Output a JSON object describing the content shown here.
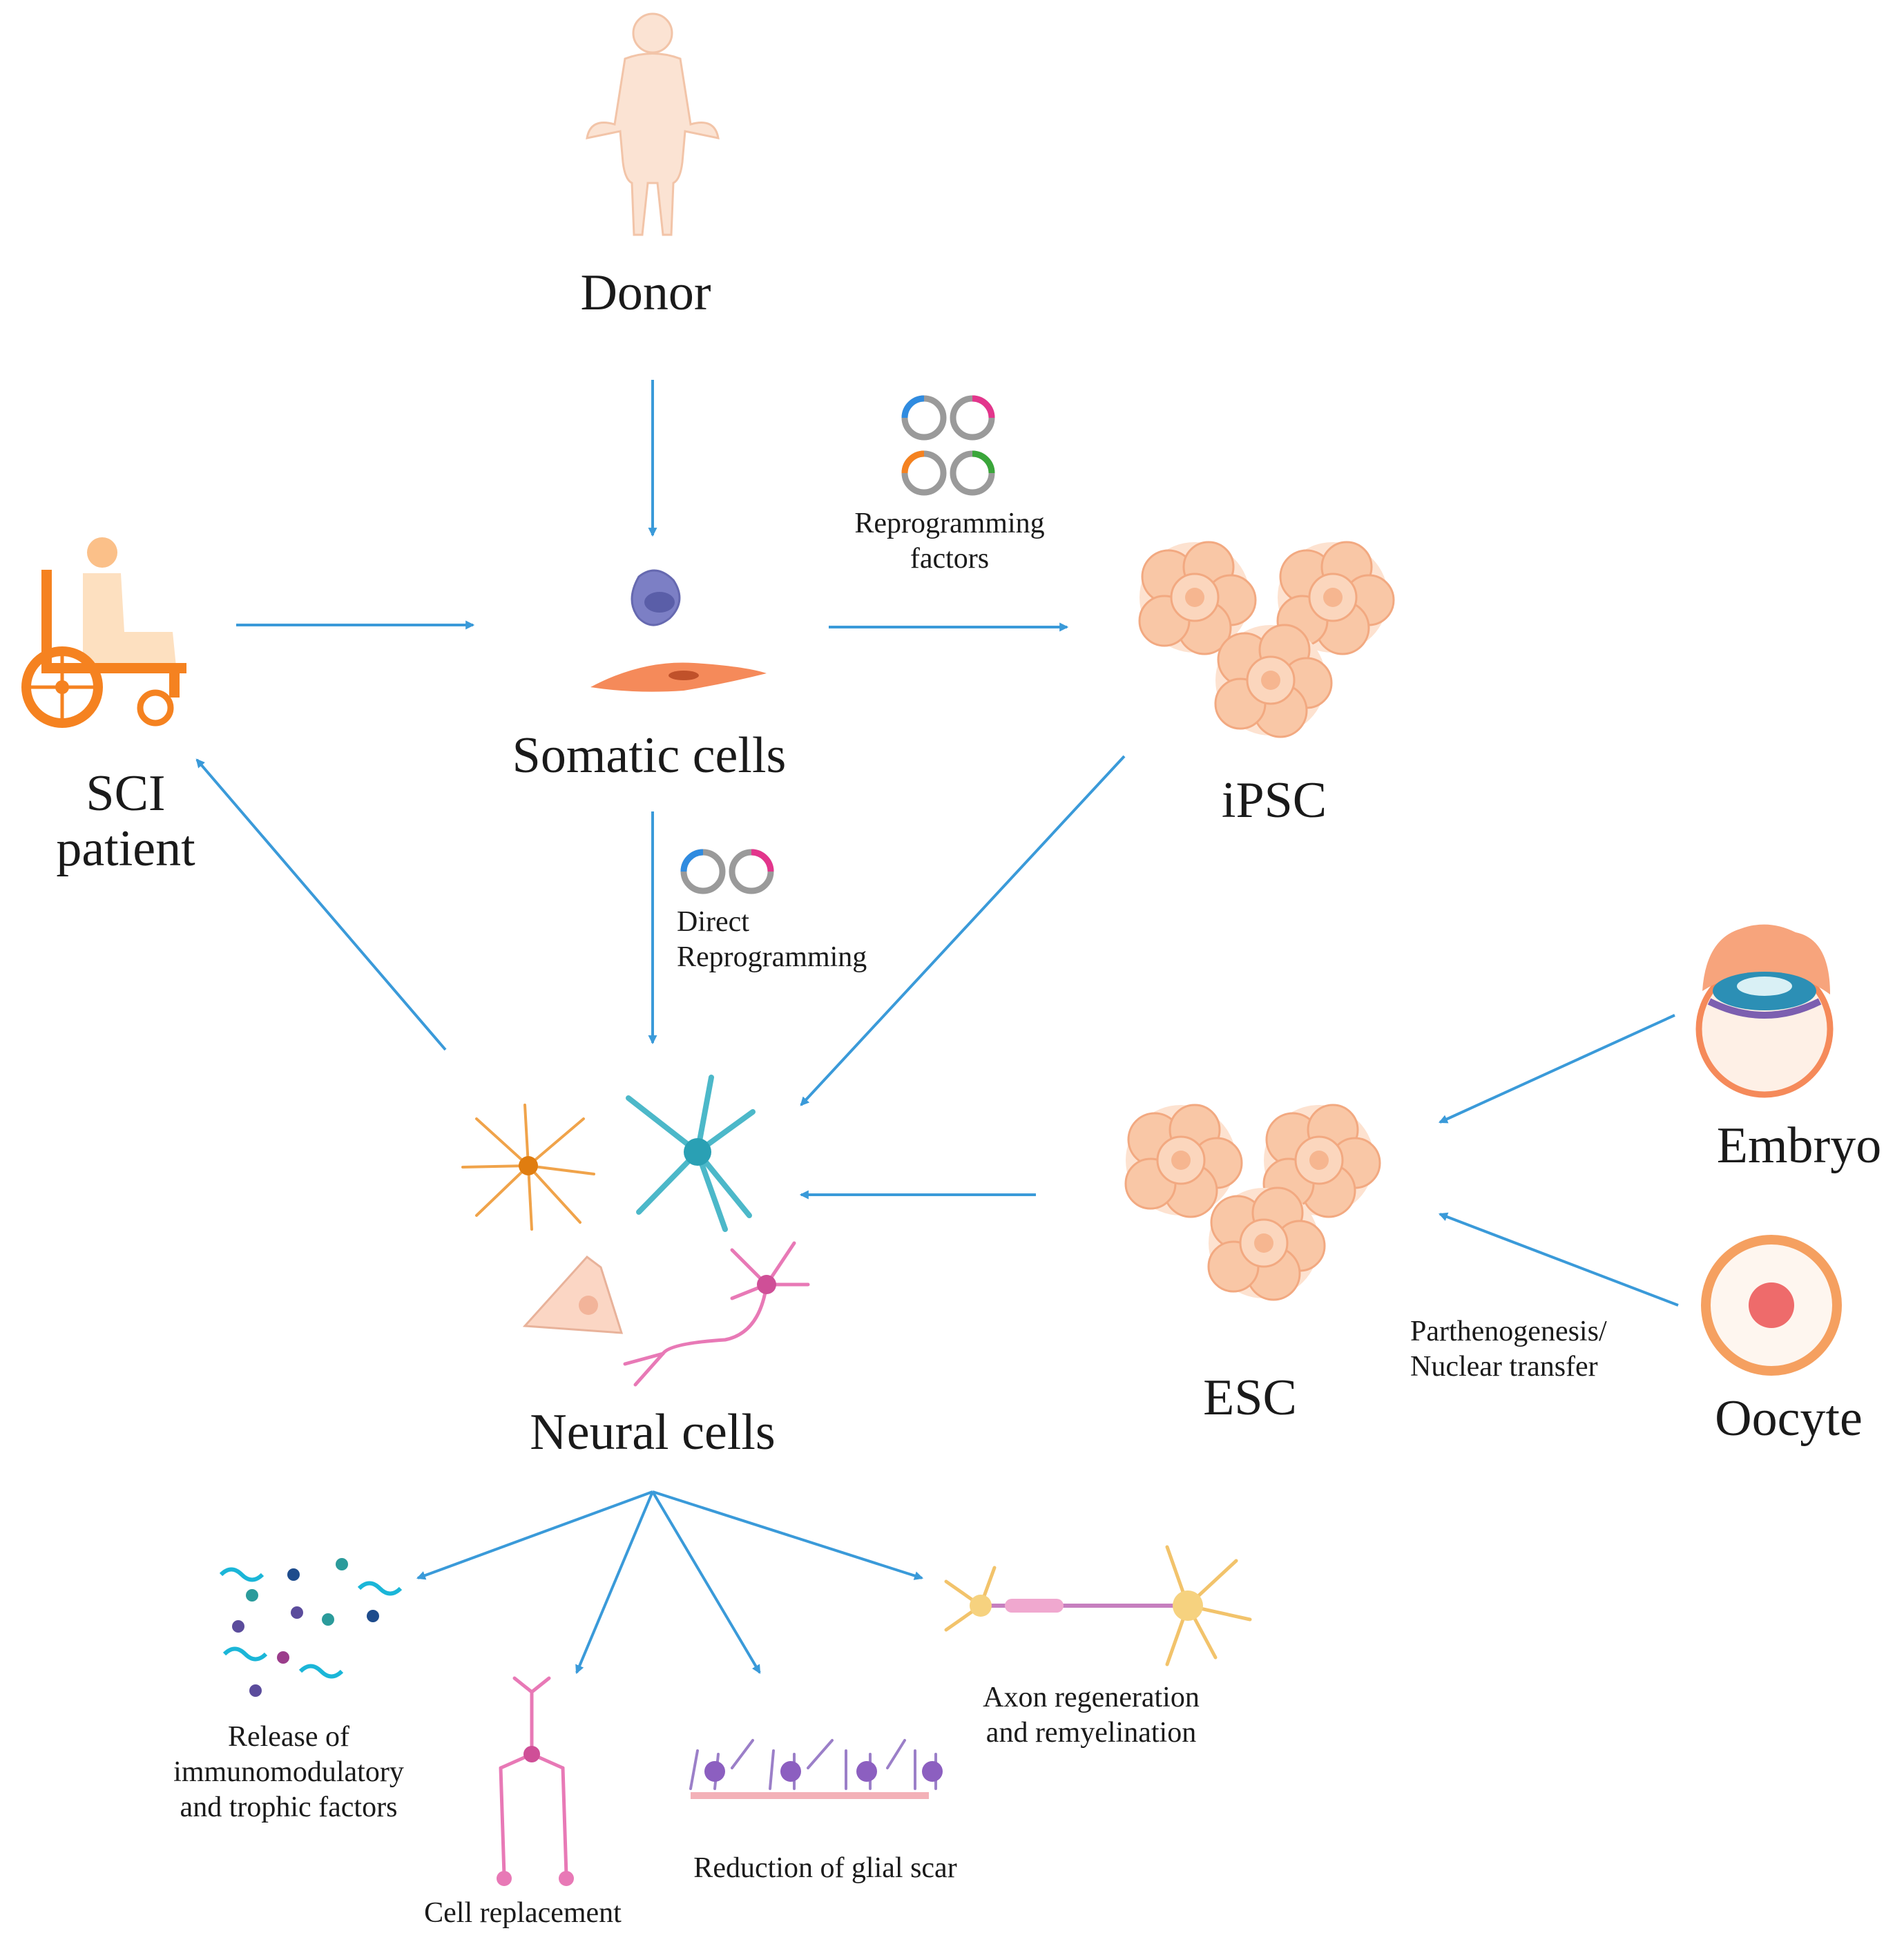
{
  "colors": {
    "arrow": "#3a9ad9",
    "cluster_fill": "#f9c7a6",
    "cluster_cell": "#fbd6bd",
    "wheelchair": "#f58220",
    "skin": "#fbe3d3"
  },
  "nodes": {
    "donor": "Donor",
    "somatic": "Somatic cells",
    "ipsc": "iPSC",
    "sci_line1": "SCI",
    "sci_line2": "patient",
    "neural": "Neural cells",
    "esc": "ESC",
    "embryo": "Embryo",
    "oocyte": "Oocyte"
  },
  "annotations": {
    "reprogramming_line1": "Reprogramming",
    "reprogramming_line2": "factors",
    "direct_line1": "Direct",
    "direct_line2": "Reprogramming",
    "parthenogenesis_line1": "Parthenogenesis/",
    "parthenogenesis_line2": "Nuclear transfer"
  },
  "outcomes": {
    "release_line1": "Release of",
    "release_line2": "immunomodulatory",
    "release_line3": "and trophic factors",
    "cell_replacement": "Cell replacement",
    "glial_scar": "Reduction of glial scar",
    "axon_line1": "Axon regeneration",
    "axon_line2": "and remyelination"
  },
  "icons": [
    "human-figure-icon",
    "wheelchair-icon",
    "plasmid-icon",
    "somatic-cell-icon",
    "stem-cell-cluster-icon",
    "astrocyte-icon",
    "neuron-icon",
    "embryo-icon",
    "oocyte-icon",
    "molecules-icon",
    "glial-scar-icon"
  ]
}
